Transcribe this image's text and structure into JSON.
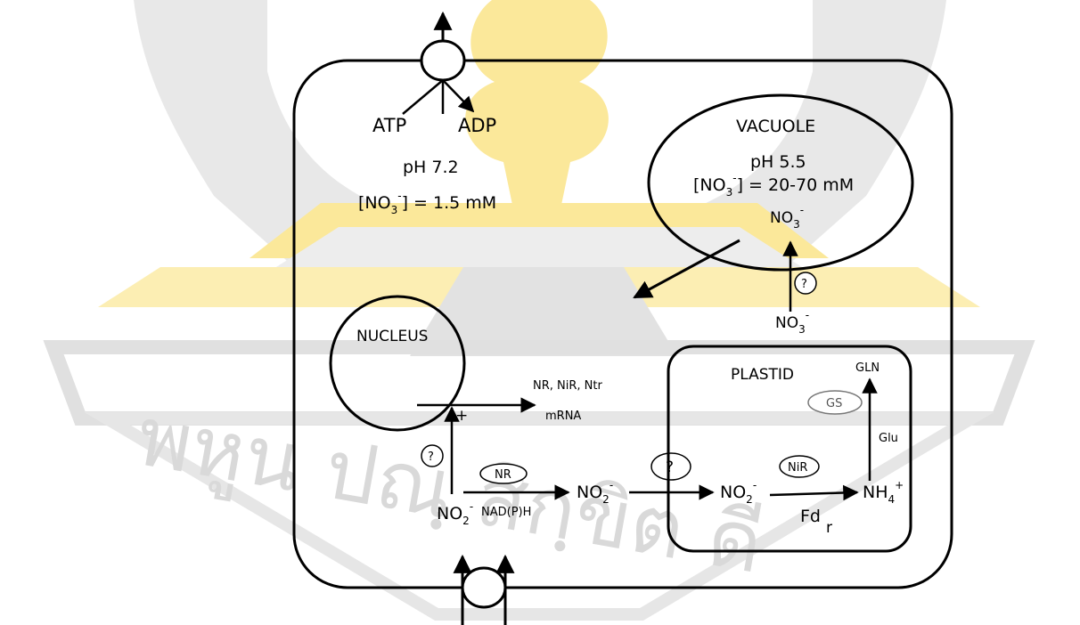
{
  "watermark": {
    "text": "พหูน ปณฺ สิกฺขิต ดี",
    "colors": {
      "gold": "#fbe89a",
      "gray": "#e3e3e3"
    }
  },
  "cytoplasm": {
    "atp": "ATP",
    "adp": "ADP",
    "ph": "pH 7.2",
    "no3_open": "[NO",
    "no3_sub": "3",
    "no3_sup": "-",
    "no3_close": "] = 1.5 mM"
  },
  "vacuole": {
    "title": "VACUOLE",
    "ph": "pH 5.5",
    "no3_open": "[NO",
    "no3_sub": "3",
    "no3_sup": "-",
    "no3_close": "] = 20-70 mM",
    "inner_no3": "NO",
    "inner_no3_sub": "3",
    "inner_no3_sup": "-"
  },
  "transport": {
    "question": "?",
    "no3": "NO",
    "no3_sub": "3",
    "no3_sup": "-"
  },
  "nucleus": {
    "title": "NUCLEUS",
    "genes": "NR, NiR, Ntr",
    "mrna": "mRNA",
    "plus": "+",
    "question": "?"
  },
  "reduction": {
    "nr": "NR",
    "nadph": "NAD(P)H",
    "no2": "NO",
    "no2_sub": "2",
    "no2_sup": "-",
    "question": "?"
  },
  "plastid": {
    "title": "PLASTID",
    "gln": "GLN",
    "gs": "GS",
    "glu": "Glu",
    "nir": "NiR",
    "no2": "NO",
    "no2_sub": "2",
    "no2_sup": "-",
    "nh4": "NH",
    "nh4_sub": "4",
    "nh4_sup": "+",
    "fd": "Fd",
    "fd_sub": "r"
  }
}
